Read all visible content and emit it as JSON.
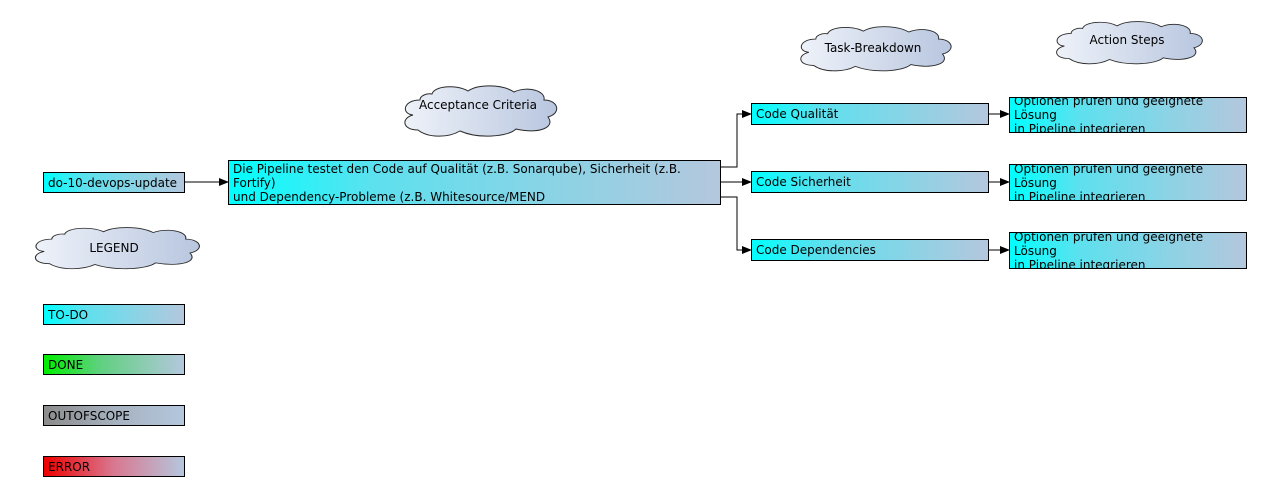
{
  "colors": {
    "todo": "#00ffff",
    "done": "#00ee00",
    "outofscope": "#8c8c8c",
    "error": "#ee0000",
    "gradient_end": "#b4c7dd",
    "cloud_fill": "#c9d4e8"
  },
  "headers": {
    "acceptance_criteria": "Acceptance Criteria",
    "task_breakdown": "Task-Breakdown",
    "action_steps": "Action Steps",
    "legend": "LEGEND"
  },
  "root": {
    "label": "do-10-devops-update"
  },
  "acceptance": {
    "label": "Die Pipeline testet den Code auf Qualität (z.B. Sonarqube), Sicherheit (z.B. Fortify)\nund Dependency-Probleme (z.B. Whitesource/MEND"
  },
  "tasks": [
    {
      "label": "Code Qualität",
      "action": "Optionen prüfen und geeignete Lösung\nin Pipeline integrieren"
    },
    {
      "label": "Code Sicherheit",
      "action": "Optionen prüfen und geeignete Lösung\nin Pipeline integrieren"
    },
    {
      "label": "Code Dependencies",
      "action": "Optionen prüfen und geeignete Lösung\nin Pipeline integrieren"
    }
  ],
  "legend": {
    "todo": "TO-DO",
    "done": "DONE",
    "outofscope": "OUTOFSCOPE",
    "error": "ERROR"
  }
}
